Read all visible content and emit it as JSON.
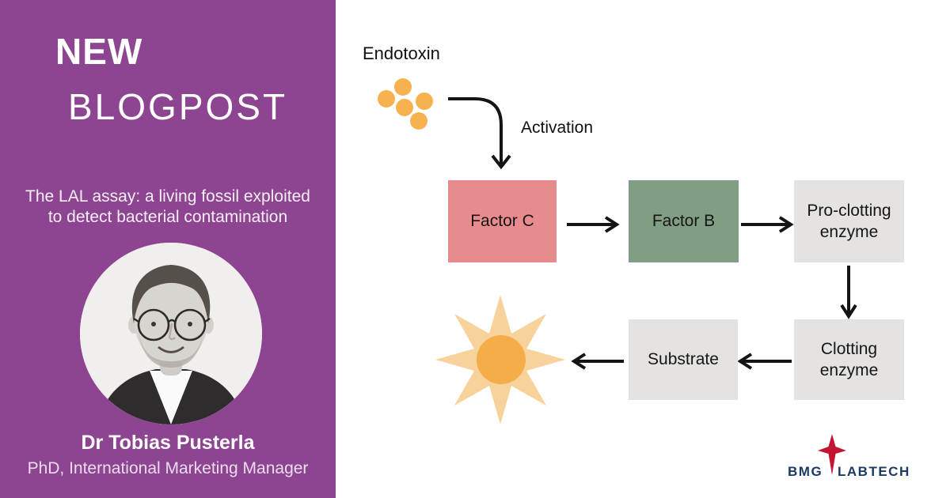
{
  "colors": {
    "panel_purple": "#8e4591",
    "arrow": "#141414",
    "dot_orange": "#f6b24f",
    "star_outer": "#f8d29b",
    "star_inner": "#f5ad49",
    "logo_navy": "#1c3a63",
    "logo_red": "#c41532"
  },
  "left_panel": {
    "title_line1": "NEW",
    "title_line2": "BLOGPOST",
    "subtitle_line1": "The LAL assay: a living fossil exploited",
    "subtitle_line2": "to detect bacterial contamination",
    "author_name": "Dr Tobias Pusterla",
    "author_role": "PhD, International Marketing Manager"
  },
  "diagram": {
    "endotoxin_label": "Endotoxin",
    "activation_label": "Activation",
    "nodes": [
      {
        "id": "factor-c",
        "label": "Factor C",
        "color": "#e88b8e"
      },
      {
        "id": "factor-b",
        "label": "Factor B",
        "color": "#7f9e83"
      },
      {
        "id": "pro-clotting-enzyme",
        "label": "Pro-clotting enzyme",
        "color": "#e4e3e2"
      },
      {
        "id": "clotting-enzyme",
        "label": "Clotting enzyme",
        "color": "#e4e3e2"
      },
      {
        "id": "substrate",
        "label": "Substrate",
        "color": "#e4e3e2"
      }
    ]
  },
  "logo": {
    "word_left": "BMG",
    "word_right": "LABTECH"
  }
}
